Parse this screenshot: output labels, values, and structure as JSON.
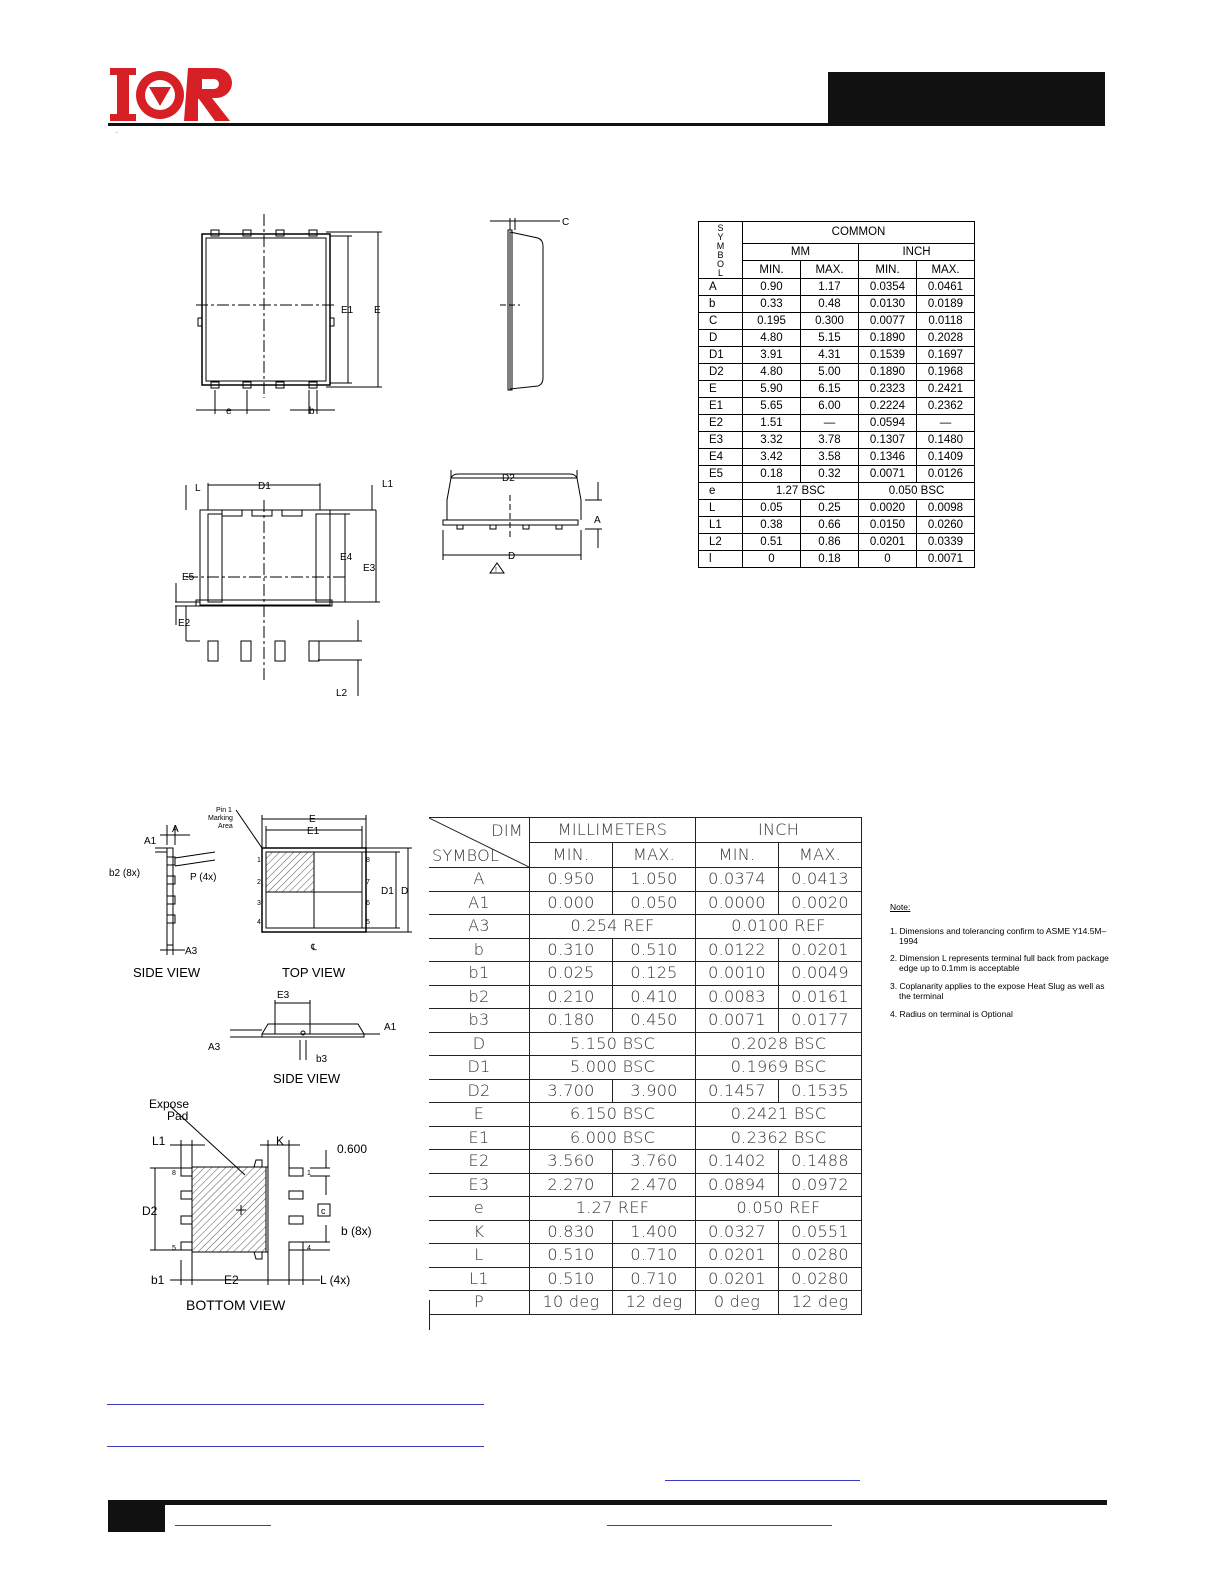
{
  "header": {
    "dot": "."
  },
  "table1": {
    "symbol_header": [
      "S",
      "Y",
      "M",
      "B",
      "O",
      "L"
    ],
    "common": "COMMON",
    "mm": "MM",
    "inch": "INCH",
    "cols": [
      "MIN.",
      "MAX.",
      "MIN.",
      "MAX."
    ],
    "rows": [
      [
        "A",
        "0.90",
        "1.17",
        "0.0354",
        "0.0461"
      ],
      [
        "b",
        "0.33",
        "0.48",
        "0.0130",
        "0.0189"
      ],
      [
        "C",
        "0.195",
        "0.300",
        "0.0077",
        "0.0118"
      ],
      [
        "D",
        "4.80",
        "5.15",
        "0.1890",
        "0.2028"
      ],
      [
        "D1",
        "3.91",
        "4.31",
        "0.1539",
        "0.1697"
      ],
      [
        "D2",
        "4.80",
        "5.00",
        "0.1890",
        "0.1968"
      ],
      [
        "E",
        "5.90",
        "6.15",
        "0.2323",
        "0.2421"
      ],
      [
        "E1",
        "5.65",
        "6.00",
        "0.2224",
        "0.2362"
      ],
      [
        "E2",
        "1.51",
        "—",
        "0.0594",
        "—"
      ],
      [
        "E3",
        "3.32",
        "3.78",
        "0.1307",
        "0.1480"
      ],
      [
        "E4",
        "3.42",
        "3.58",
        "0.1346",
        "0.1409"
      ],
      [
        "E5",
        "0.18",
        "0.32",
        "0.0071",
        "0.0126"
      ],
      [
        "L",
        "0.05",
        "0.25",
        "0.0020",
        "0.0098"
      ],
      [
        "L1",
        "0.38",
        "0.66",
        "0.0150",
        "0.0260"
      ],
      [
        "L2",
        "0.51",
        "0.86",
        "0.0201",
        "0.0339"
      ],
      [
        "l",
        "0",
        "0.18",
        "0",
        "0.0071"
      ]
    ],
    "e_row": {
      "sym": "e",
      "mm": "1.27  BSC",
      "inch": "0.050  BSC"
    }
  },
  "table2": {
    "dim": "DIM",
    "symbol": "SYMBOL",
    "mm": "MILLIMETERS",
    "inch": "INCH",
    "cols": [
      "MIN.",
      "MAX.",
      "MIN.",
      "MAX."
    ],
    "rows": [
      {
        "s": "A",
        "v": [
          "0.950",
          "1.050",
          "0.0374",
          "0.0413"
        ]
      },
      {
        "s": "A1",
        "v": [
          "0.000",
          "0.050",
          "0.0000",
          "0.0020"
        ]
      },
      {
        "s": "A3",
        "mm": "0.254  REF",
        "in": "0.0100  REF"
      },
      {
        "s": "b",
        "v": [
          "0.310",
          "0.510",
          "0.0122",
          "0.0201"
        ]
      },
      {
        "s": "b1",
        "v": [
          "0.025",
          "0.125",
          "0.0010",
          "0.0049"
        ]
      },
      {
        "s": "b2",
        "v": [
          "0.210",
          "0.410",
          "0.0083",
          "0.0161"
        ]
      },
      {
        "s": "b3",
        "v": [
          "0.180",
          "0.450",
          "0.0071",
          "0.0177"
        ]
      },
      {
        "s": "D",
        "mm": "5.150  BSC",
        "in": "0.2028  BSC"
      },
      {
        "s": "D1",
        "mm": "5.000  BSC",
        "in": "0.1969  BSC"
      },
      {
        "s": "D2",
        "v": [
          "3.700",
          "3.900",
          "0.1457",
          "0.1535"
        ]
      },
      {
        "s": "E",
        "mm": "6.150  BSC",
        "in": "0.2421  BSC"
      },
      {
        "s": "E1",
        "mm": "6.000  BSC",
        "in": "0.2362  BSC"
      },
      {
        "s": "E2",
        "v": [
          "3.560",
          "3.760",
          "0.1402",
          "0.1488"
        ]
      },
      {
        "s": "E3",
        "v": [
          "2.270",
          "2.470",
          "0.0894",
          "0.0972"
        ]
      },
      {
        "s": "e",
        "mm": "1.27  REF",
        "in": "0.050  REF"
      },
      {
        "s": "K",
        "v": [
          "0.830",
          "1.400",
          "0.0327",
          "0.0551"
        ]
      },
      {
        "s": "L",
        "v": [
          "0.510",
          "0.710",
          "0.0201",
          "0.0280"
        ]
      },
      {
        "s": "L1",
        "v": [
          "0.510",
          "0.710",
          "0.0201",
          "0.0280"
        ]
      },
      {
        "s": "P",
        "v": [
          "10  deg",
          "12  deg",
          "0  deg",
          "12  deg"
        ]
      }
    ]
  },
  "notes": {
    "title": "Note:",
    "items": [
      "1. Dimensions and tolerancing confirm to ASME Y14.5M–1994",
      "2. Dimension L represents terminal full back from package edge up to 0.1mm is acceptable",
      "3. Coplanarity applies to the expose Heat Slug as well as the terminal",
      "4. Radius on terminal is Optional"
    ]
  },
  "drawing1": {
    "labels": {
      "E1": "E1",
      "E": "E",
      "e": "e",
      "b": "b",
      "C": "C",
      "D1": "D1",
      "L": "L",
      "L1": "L1",
      "E4": "E4",
      "E3": "E3",
      "E5": "E5",
      "E2": "E2",
      "L2": "L2",
      "D2": "D2",
      "A": "A",
      "D": "D",
      "warn": "!"
    }
  },
  "drawing2": {
    "labels": {
      "pin1": "Pin 1",
      "marking": "Marking",
      "area": "Area",
      "A": "A",
      "A1": "A1",
      "b2": "b2 (8x)",
      "P": "P (4x)",
      "A3": "A3",
      "cl": "℄",
      "side_view": "SIDE  VIEW",
      "top_view": "TOP  VIEW",
      "E": "E",
      "E1": "E1",
      "D1": "D1",
      "D": "D",
      "pins_left": [
        "1",
        "2",
        "3",
        "4"
      ],
      "pins_right": [
        "8",
        "7",
        "6",
        "5"
      ],
      "E3": "E3",
      "b3": "b3",
      "expose": "Expose",
      "pad": "Pad",
      "L1": "L1",
      "K": "K",
      "dim0600": "0.600",
      "D2": "D2",
      "c": "c",
      "b8": "b (8x)",
      "b1": "b1",
      "E2": "E2",
      "L4": "L (4x)",
      "bottom_view": "BOTTOM  VIEW",
      "p8": "8",
      "p5": "5",
      "p1": "1",
      "p4": "4"
    }
  },
  "colors": {
    "logo_red": "#d71f26",
    "rule": "#111111",
    "link": "#3a3ac8"
  }
}
